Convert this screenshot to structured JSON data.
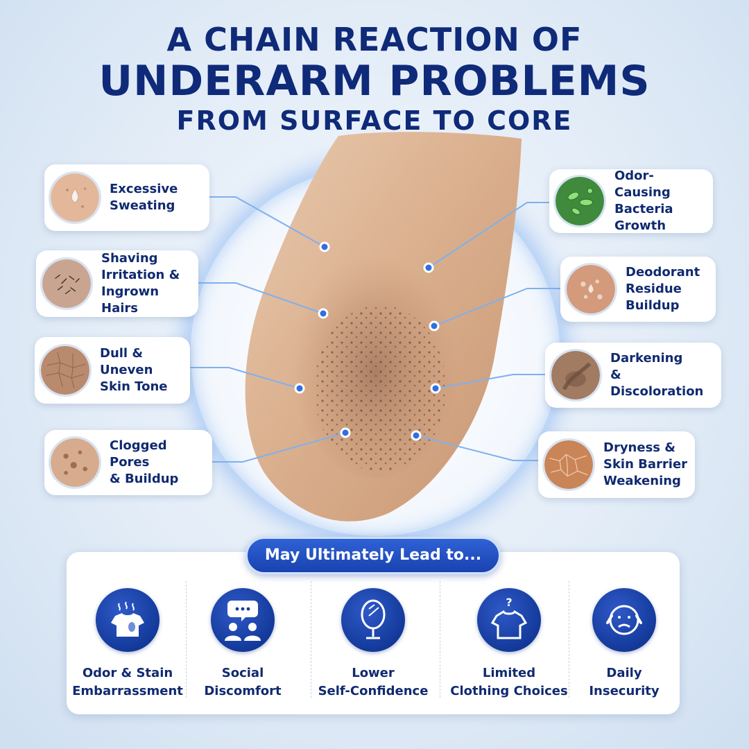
{
  "title": {
    "line1": "A CHAIN REACTION OF",
    "line2": "UNDERARM PROBLEMS",
    "line3": "FROM SURFACE TO CORE"
  },
  "colors": {
    "navy": "#102a70",
    "accent_blue": "#1942b0",
    "dot_blue": "#2f6fe0"
  },
  "left_problems": [
    {
      "label": "Excessive\nSweating",
      "icon": "sweat-drop-skin"
    },
    {
      "label": "Shaving\nIrritation &\nIngrown Hairs",
      "icon": "hair-stubble-skin"
    },
    {
      "label": "Dull &\nUneven\nSkin Tone",
      "icon": "uneven-skin-texture"
    },
    {
      "label": "Clogged Pores\n& Buildup",
      "icon": "clogged-pores-skin"
    }
  ],
  "right_problems": [
    {
      "label": "Odor-Causing\nBacteria\nGrowth",
      "icon": "bacteria-microbes"
    },
    {
      "label": "Deodorant\nResidue\nBuildup",
      "icon": "residue-skin"
    },
    {
      "label": "Darkening\n& Discoloration",
      "icon": "dark-skin-fold"
    },
    {
      "label": "Dryness &\nSkin Barrier\nWeakening",
      "icon": "cracked-dry-skin"
    }
  ],
  "lead_to": "May Ultimately Lead to...",
  "outcomes": [
    {
      "label": "Odor & Stain\nEmbarrassment",
      "icon": "stained-shirt-odor-icon"
    },
    {
      "label": "Social\nDiscomfort",
      "icon": "people-speech-icon"
    },
    {
      "label": "Lower\nSelf-Confidence",
      "icon": "mirror-icon"
    },
    {
      "label": "Limited\nClothing Choices",
      "icon": "shirt-question-icon"
    },
    {
      "label": "Daily\nInsecurity",
      "icon": "worried-face-icon"
    }
  ]
}
